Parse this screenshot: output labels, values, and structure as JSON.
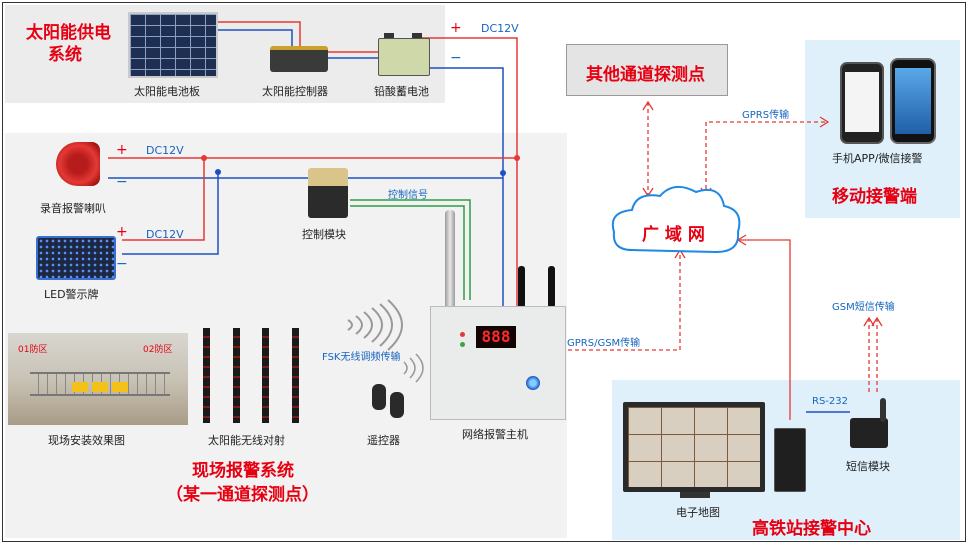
{
  "solar_section": {
    "title_line1": "太阳能供电",
    "title_line2": "系统",
    "panel_label": "太阳能电池板",
    "controller_label": "太阳能控制器",
    "battery_label": "铅酸蓄电池"
  },
  "field_section": {
    "speaker_label": "录音报警喇叭",
    "led_label": "LED警示牌",
    "control_module_label": "控制模块",
    "control_signal_label": "控制信号",
    "fsk_label": "FSK无线调频传输",
    "site_photo_label": "现场安装效果图",
    "zone1": "01防区",
    "zone2": "02防区",
    "beam_label": "太阳能无线对射",
    "remote_label": "遥控器",
    "host_label": "网络报警主机",
    "host_display": "888",
    "title_line1": "现场报警系统",
    "title_line2": "（某一通道探测点）"
  },
  "wires": {
    "dc12v": "DC12V",
    "plus": "+",
    "minus": "−",
    "gprs_gsm": "GPRS/GSM传输"
  },
  "network": {
    "other_points": "其他通道探测点",
    "wan": "广 域 网",
    "gprs": "GPRS传输"
  },
  "mobile_section": {
    "phone_label": "手机APP/微信接警",
    "title": "移动接警端"
  },
  "center_section": {
    "gsm_label": "GSM短信传输",
    "rs232": "RS-232",
    "sms_module_label": "短信模块",
    "map_label": "电子地图",
    "title": "高铁站接警中心"
  },
  "colors": {
    "red_wire": "#e53935",
    "blue_wire": "#1e4fc2",
    "green_wire": "#2e9e44",
    "title_red": "#e60012",
    "panel_blue": "#dff0fb",
    "panel_grey": "#efefef"
  }
}
